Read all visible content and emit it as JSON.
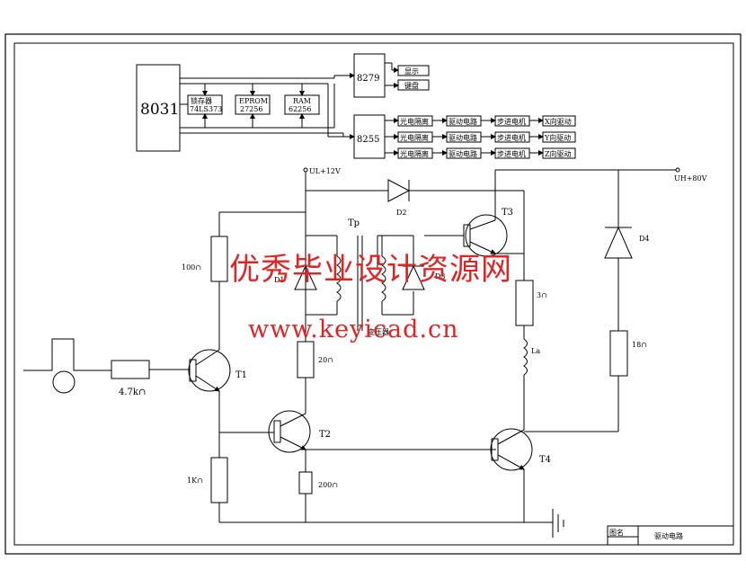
{
  "blocks": {
    "cpu": "8031",
    "latch_line1": "锁存器",
    "latch_line2": "74LS373",
    "eprom_line1": "EPROM",
    "eprom_line2": "27256",
    "ram_line1": "RAM",
    "ram_line2": "62256",
    "kbd_chip": "8279",
    "display": "显示",
    "keyboard": "键盘",
    "pio_chip": "8255",
    "opto": "光电隔离",
    "drive": "驱动电路",
    "motor": "步进电机",
    "axis_x": "X向驱动",
    "axis_y": "Y向驱动",
    "axis_z": "Z向驱动"
  },
  "circuit": {
    "supply_low": "UL+12V",
    "supply_high": "UH+80V",
    "d2": "D2",
    "d1": "D1",
    "d3": "D3",
    "d4": "D4",
    "tp": "Tp",
    "transformer": "变压器",
    "t1": "T1",
    "t2": "T2",
    "t3": "T3",
    "t4": "T4",
    "r_100": "100∩",
    "r_47k": "4.7k∩",
    "r_1k": "1K∩",
    "r_20": "20∩",
    "r_200": "200∩",
    "r_3": "3∩",
    "r_18": "18∩",
    "la": "La"
  },
  "title_block": {
    "label": "图名",
    "name": "驱动电路"
  },
  "watermark": {
    "line1": "优秀毕业设计资源网",
    "line2": "www.keyicad.cn"
  }
}
